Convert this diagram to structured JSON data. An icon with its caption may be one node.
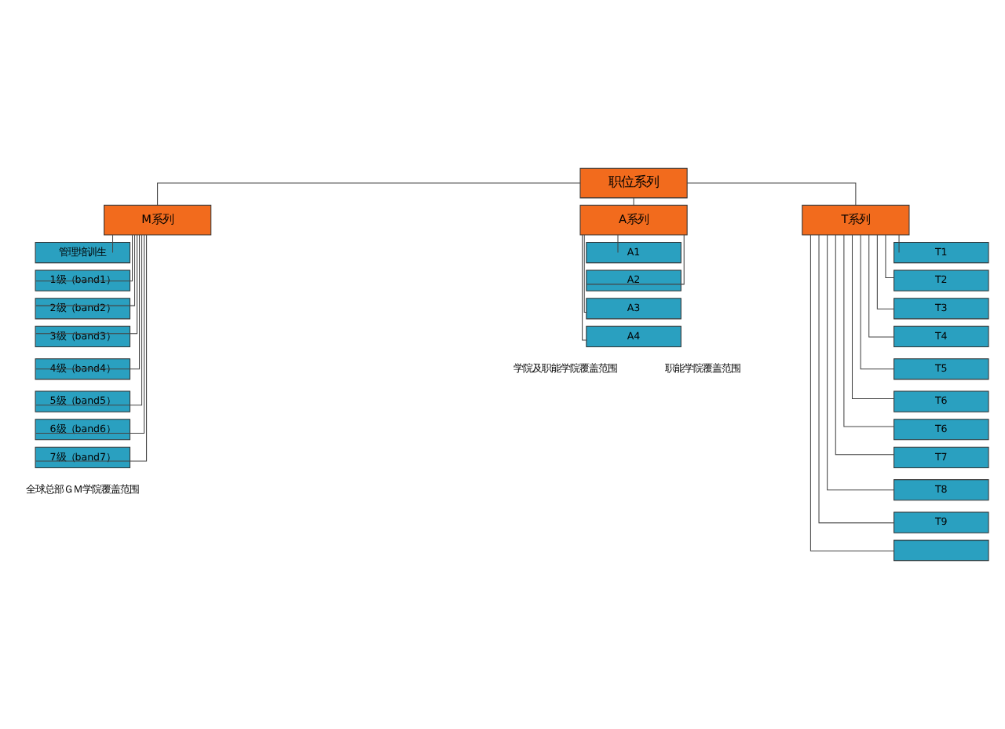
{
  "diagram": {
    "nodes": [
      {
        "text": [
          "职位系列"
        ]
      },
      {
        "text": [
          "M系列"
        ]
      },
      {
        "text": [
          "A系列"
        ]
      },
      {
        "text": [
          "T系列"
        ]
      },
      {
        "text": [
          "管理培训生"
        ]
      },
      {
        "text": [
          "1级（band1）"
        ]
      },
      {
        "text": [
          "2级（band2）"
        ]
      },
      {
        "text": [
          "3级（band3）"
        ]
      },
      {
        "text": [
          "4级（band4）"
        ]
      },
      {
        "text": [
          "5级（band5）"
        ]
      },
      {
        "text": [
          "6级（band6）"
        ]
      },
      {
        "text": [
          "7级（band7）"
        ]
      },
      {
        "text": [
          "A1"
        ]
      },
      {
        "text": [
          "A2"
        ]
      },
      {
        "text": [
          "A3"
        ]
      },
      {
        "text": [
          "A4"
        ]
      },
      {
        "text": [
          "T1"
        ]
      },
      {
        "text": [
          "T2"
        ]
      },
      {
        "text": [
          "T3"
        ]
      },
      {
        "text": [
          "T4"
        ]
      },
      {
        "text": [
          "T5"
        ]
      },
      {
        "text": [
          "T6"
        ]
      },
      {
        "text": [
          "T6"
        ]
      },
      {
        "text": [
          "T7"
        ]
      },
      {
        "text": [
          "T8"
        ]
      },
      {
        "text": [
          "T9"
        ]
      },
      {
        "text": [],
        "shape": "box"
      }
    ],
    "edges": [
      {
        "from": 0,
        "to": 1,
        "arrow": "none"
      },
      {
        "from": 0,
        "to": 2,
        "arrow": "none"
      },
      {
        "from": 0,
        "to": 3,
        "arrow": "none"
      },
      {
        "from": 1,
        "to": 4,
        "arrow": "none"
      },
      {
        "from": 1,
        "to": 5,
        "arrow": "none"
      },
      {
        "from": 1,
        "to": 6,
        "arrow": "none"
      },
      {
        "from": 1,
        "to": 7,
        "arrow": "none"
      },
      {
        "from": 1,
        "to": 8,
        "arrow": "none"
      },
      {
        "from": 1,
        "to": 9,
        "arrow": "none"
      },
      {
        "from": 1,
        "to": 10,
        "arrow": "none"
      },
      {
        "from": 1,
        "to": 11,
        "arrow": "none"
      },
      {
        "from": 2,
        "to": 12,
        "arrow": "none"
      },
      {
        "from": 2,
        "to": 13,
        "arrow": "none"
      },
      {
        "from": 2,
        "to": 14,
        "arrow": "none"
      },
      {
        "from": 2,
        "to": 15,
        "arrow": "none"
      },
      {
        "from": 3,
        "to": 16,
        "arrow": "none"
      },
      {
        "from": 3,
        "to": 17,
        "arrow": "none"
      },
      {
        "from": 3,
        "to": 18,
        "arrow": "none"
      },
      {
        "from": 3,
        "to": 19,
        "arrow": "none"
      },
      {
        "from": 3,
        "to": 20,
        "arrow": "none"
      },
      {
        "from": 3,
        "to": 21,
        "arrow": "none"
      },
      {
        "from": 3,
        "to": 22,
        "arrow": "none"
      },
      {
        "from": 3,
        "to": 23,
        "arrow": "none"
      },
      {
        "from": 3,
        "to": 24,
        "arrow": "none"
      },
      {
        "from": 3,
        "to": 25,
        "arrow": "none"
      },
      {
        "from": 3,
        "to": 26,
        "arrow": "none"
      }
    ],
    "labels": [
      "学院及职能学院覆盖范围",
      "全球总部ＧＭ学院覆盖范围",
      "职能学院覆盖范围"
    ]
  }
}
